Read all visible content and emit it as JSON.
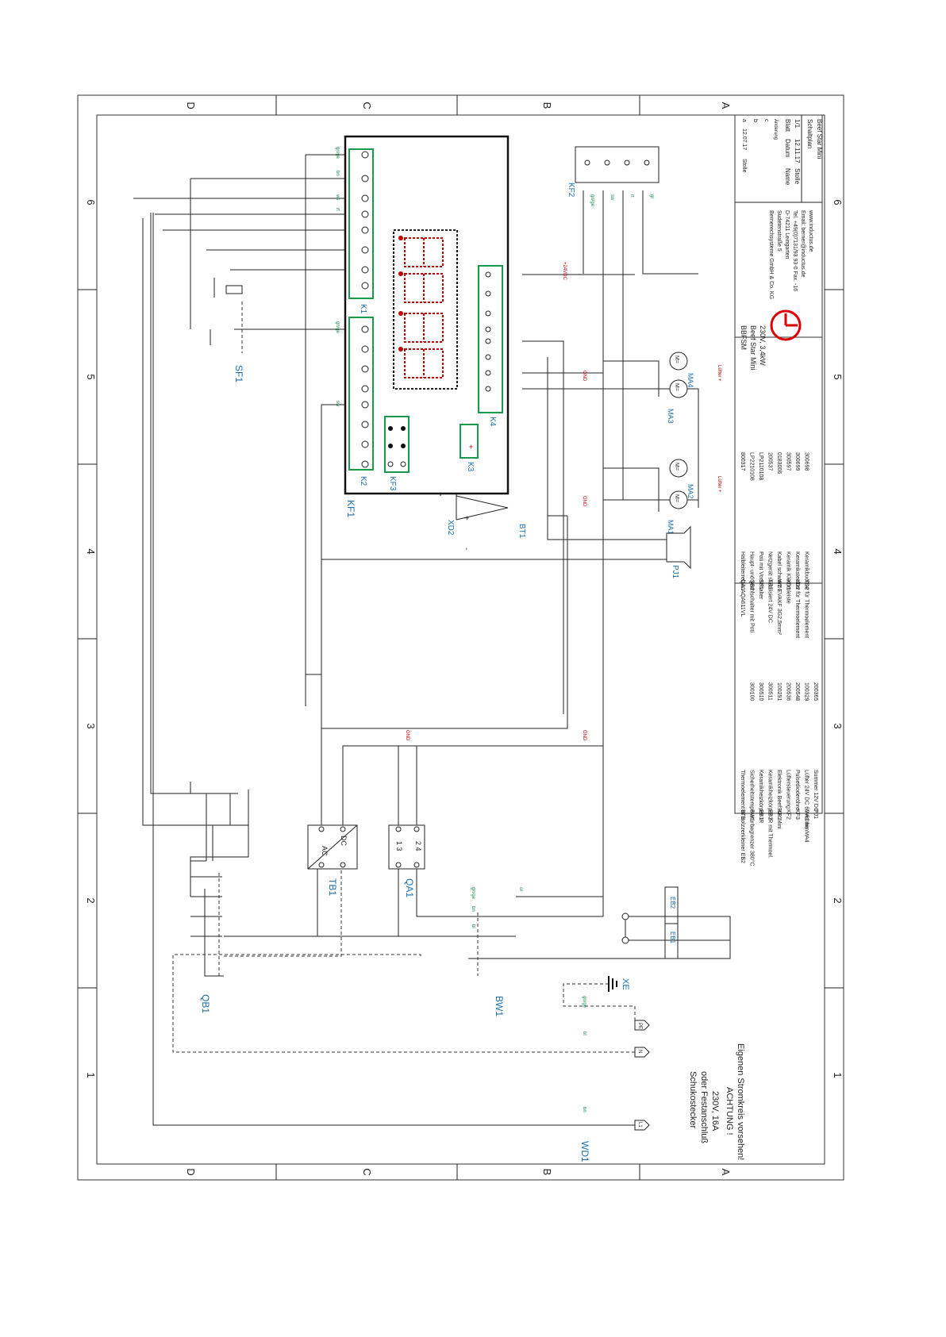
{
  "sheet": {
    "row_letters": [
      "D",
      "C",
      "B",
      "A"
    ],
    "col_numbers": [
      "1",
      "2",
      "3",
      "4",
      "5",
      "6"
    ]
  },
  "colors": {
    "component_label": "#1b6fb0",
    "wire_label": "#1a8a4a",
    "display_red": "#c00000",
    "terminal_block": "#1a9a50"
  },
  "supply": {
    "plug_text": "Schukostecker",
    "fixed_text": "oder Festanschluß",
    "rating": "230V, 16A",
    "warning_title": "ACHTUNG !",
    "warning_text": "Eigenen Stromkreis vorsehen!",
    "pins": [
      "L1",
      "N",
      "PE"
    ],
    "earth_label": "XE"
  },
  "designators": {
    "WD1": "WD1",
    "QB1": "QB1",
    "BW1": "BW1",
    "TB1": "TB1",
    "QA1": "QA1",
    "SF1": "SF1",
    "KF1": "KF1",
    "KF2": "KF2",
    "KF3": "KF3",
    "K1": "K1",
    "K2": "K2",
    "K3": "K3",
    "K4": "K4",
    "XD2": "XD2",
    "BT1": "BT1",
    "PJ1": "PJ1",
    "EB1": "EB1",
    "EB2": "EB2",
    "MA1": "MA1",
    "MA2": "MA2",
    "MA3": "MA3",
    "MA4": "MA4"
  },
  "terminals": {
    "AC": "AC",
    "DC": "DC",
    "L": "L",
    "N": "N",
    "plus": "+",
    "minus": "-",
    "GND": "GND",
    "v24": "+24VDC",
    "luefter": "Lüfter +",
    "motor": "M="
  },
  "wire_labels": [
    "bn",
    "bl",
    "gn/ge",
    "sw",
    "rt",
    "ws",
    "gr",
    "or"
  ],
  "parts_list": {
    "left": [
      [
        "BT1",
        "Thermoelement in Holzzerkleiner EB2",
        "",
        ""
      ],
      [
        "BW1",
        "Sicherheitstemperaturbegrenzer 380°C",
        "300100",
        ""
      ],
      [
        "EB1",
        "Keramikheizkörper IR",
        "300510",
        ""
      ],
      [
        "EB2",
        "Keramikheizkörper IR mit Thermoel.",
        "300511",
        ""
      ],
      [
        "KF1",
        "Elektronik BeefStar Mini",
        "100291",
        ""
      ],
      [
        "KF2",
        "Lüftersteuerung",
        "200536",
        ""
      ],
      [
        "KF3",
        "Pulsedioderöhre",
        "200548",
        ""
      ],
      [
        "MA1 bis MA4",
        "Lüfter 24V DC 60x60mm",
        "100329",
        ""
      ],
      [
        "PJ1",
        "Summer 12V DC",
        "200365",
        ""
      ]
    ],
    "right": [
      [
        "QA1",
        "Halbleiterrelais AQA611VL",
        "800317"
      ],
      [
        "QB1",
        "Haupt- und Wahlschalter mit Poti",
        "LP2210108"
      ],
      [
        "SF1",
        "Poti mit Vorschalter",
        "LP2110108"
      ],
      [
        "TB1",
        "Netzgerät stabilisiert 24V DC",
        "200537"
      ],
      [
        "WD1",
        "Kabel schwarz EVAKF 3G2,5mm²",
        "0183006"
      ],
      [
        "XD1",
        "Keramik Klemmleiste",
        "300597"
      ],
      [
        "XD2",
        "Keramikstecker für Thermoelement",
        "300699"
      ],
      [
        "XD2",
        "Keramikbuchse für Thermoelement",
        "300698"
      ]
    ]
  },
  "title_block": {
    "code": "BBFSM",
    "product": "Beef Star Mini",
    "specs": "230V, 3,4kW",
    "company": "Bernerechsysteme GmbH & Co. KG",
    "street": "Sudetenstraße 5",
    "city": "D-74211 Leingarten",
    "phone": "Tel. +49(0)7131/93 93-0  Fax. -16",
    "email": "Email: berner@inductus.de",
    "web": "www.inductus.de",
    "revisions": [
      [
        "a",
        "12.07.17",
        "Stolle"
      ],
      [
        "b",
        "",
        ""
      ],
      [
        "c",
        "",
        ""
      ]
    ],
    "rev_header": "Änderung",
    "sheet_cols": [
      "Blatt",
      "Datum",
      "Name"
    ],
    "sheet_values": [
      "1/1",
      "12.11.17",
      "Stolle"
    ],
    "drawing_type": "Schaltplan",
    "drawing_title": "Beef Star Mini"
  }
}
